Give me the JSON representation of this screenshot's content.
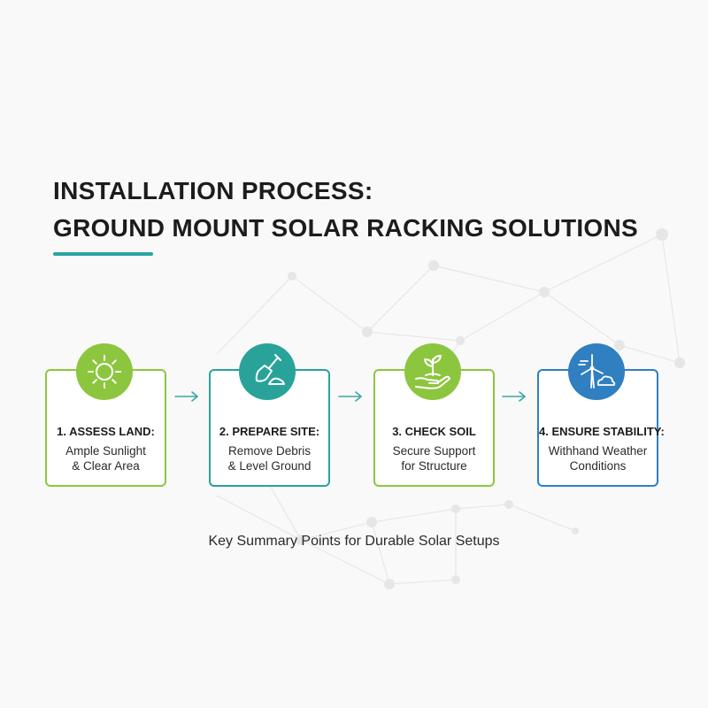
{
  "title": {
    "line1": "INSTALLATION PROCESS:",
    "line2": "GROUND MOUNT SOLAR RACKING SOLUTIONS"
  },
  "colors": {
    "accent_teal": "#2ba5a0",
    "green": "#8cc63f",
    "teal": "#29a39a",
    "blue": "#2f7fc1"
  },
  "steps": [
    {
      "label": "1. ASSESS LAND:",
      "line1": "Ample Sunlight",
      "line2": "& Clear Area",
      "icon": "sun-icon"
    },
    {
      "label": "2. PREPARE SITE:",
      "line1": "Remove Debris",
      "line2": "& Level Ground",
      "icon": "shovel-icon"
    },
    {
      "label": "3. CHECK SOIL",
      "line1": "Secure Support",
      "line2": "for Structure",
      "icon": "plant-in-hand-icon"
    },
    {
      "label": "4. ENSURE STABILITY:",
      "line1": "Withhand Weather",
      "line2": "Conditions",
      "icon": "wind-turbine-icon"
    }
  ],
  "summary": "Key Summary Points for Durable Solar Setups"
}
